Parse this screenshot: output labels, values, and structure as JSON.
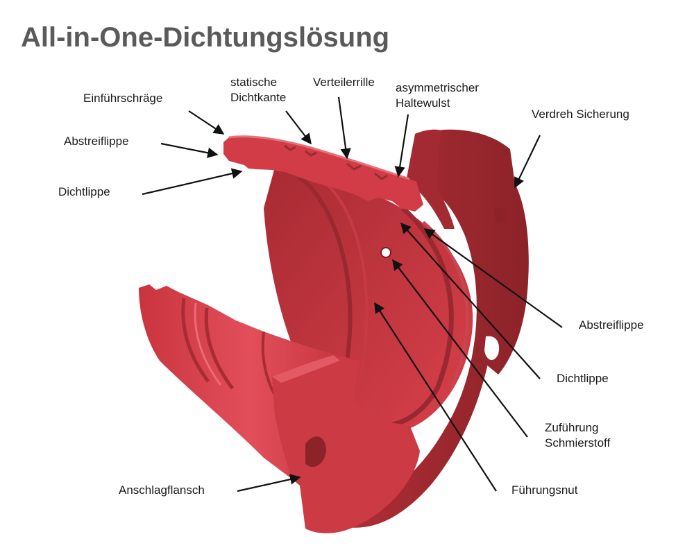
{
  "title": "All-in-One-Dichtungslösung",
  "colors": {
    "seal_main": "#d8404a",
    "seal_light": "#e25560",
    "seal_dark": "#b02e36",
    "seal_shadow": "#8c2329",
    "arrow": "#111111"
  },
  "labels": {
    "einfuehrschraege": "Einführschräge",
    "abstreiflippe_left": "Abstreiflippe",
    "dichtlippe_left": "Dichtlippe",
    "statische_1": "statische",
    "statische_2": "Dichtkante",
    "verteilerrille": "Verteilerrille",
    "halte_1": "asymmetrischer",
    "halte_2": "Haltewulst",
    "verdreh": "Verdreh Sicherung",
    "abstreiflippe_right": "Abstreiflippe",
    "dichtlippe_right": "Dichtlippe",
    "zufuehrung_1": "Zuführung",
    "zufuehrung_2": "Schmierstoff",
    "fuehrungsnut": "Führungsnut",
    "anschlagflansch": "Anschlagflansch"
  }
}
